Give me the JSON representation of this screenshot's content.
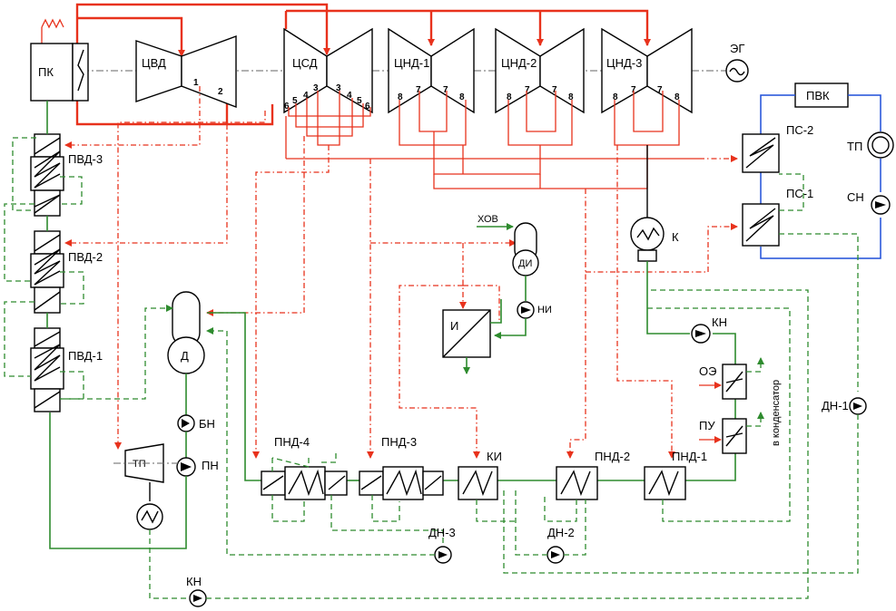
{
  "labels": {
    "pk": "ПК",
    "cvd": "ЦВД",
    "csd": "ЦСД",
    "cnd1": "ЦНД-1",
    "cnd2": "ЦНД-2",
    "cnd3": "ЦНД-3",
    "eg": "ЭГ",
    "pvk": "ПВК",
    "ps2": "ПС-2",
    "ps1": "ПС-1",
    "tp_heat": "ТП",
    "sn": "СН",
    "k": "К",
    "khov": "ХОВ",
    "di": "ДИ",
    "ni": "НИ",
    "i": "И",
    "d": "Д",
    "bn": "БН",
    "pn": "ПН",
    "tp_turb": "ТП",
    "pvd3": "ПВД-3",
    "pvd2": "ПВД-2",
    "pvd1": "ПВД-1",
    "pnd4": "ПНД-4",
    "pnd3": "ПНД-3",
    "ki": "КИ",
    "pnd2": "ПНД-2",
    "pnd1": "ПНД-1",
    "kn_top": "КН",
    "oe": "ОЭ",
    "pu": "ПУ",
    "to_condenser": "в конденсатор",
    "dn1": "ДН-1",
    "dn2": "ДН-2",
    "dn3": "ДН-3",
    "kn_bottom": "КН"
  },
  "extraction_numbers": {
    "cvd_1": "1",
    "cvd_2": "2",
    "csd_6a": "6",
    "csd_5a": "5",
    "csd_4a": "4",
    "csd_3a": "3",
    "csd_3b": "3",
    "csd_4b": "4",
    "csd_5b": "5",
    "csd_6b": "6",
    "cnd1_8a": "8",
    "cnd1_7a": "7",
    "cnd1_7b": "7",
    "cnd1_8b": "8",
    "cnd2_8a": "8",
    "cnd2_7a": "7",
    "cnd2_7b": "7",
    "cnd2_8b": "8",
    "cnd3_8a": "8",
    "cnd3_7a": "7",
    "cnd3_7b": "7",
    "cnd3_8b": "8"
  },
  "colors": {
    "steam": "#e8321c",
    "water": "#2e8b2e",
    "heating_network": "#1f4fd8",
    "equipment": "#000000"
  }
}
